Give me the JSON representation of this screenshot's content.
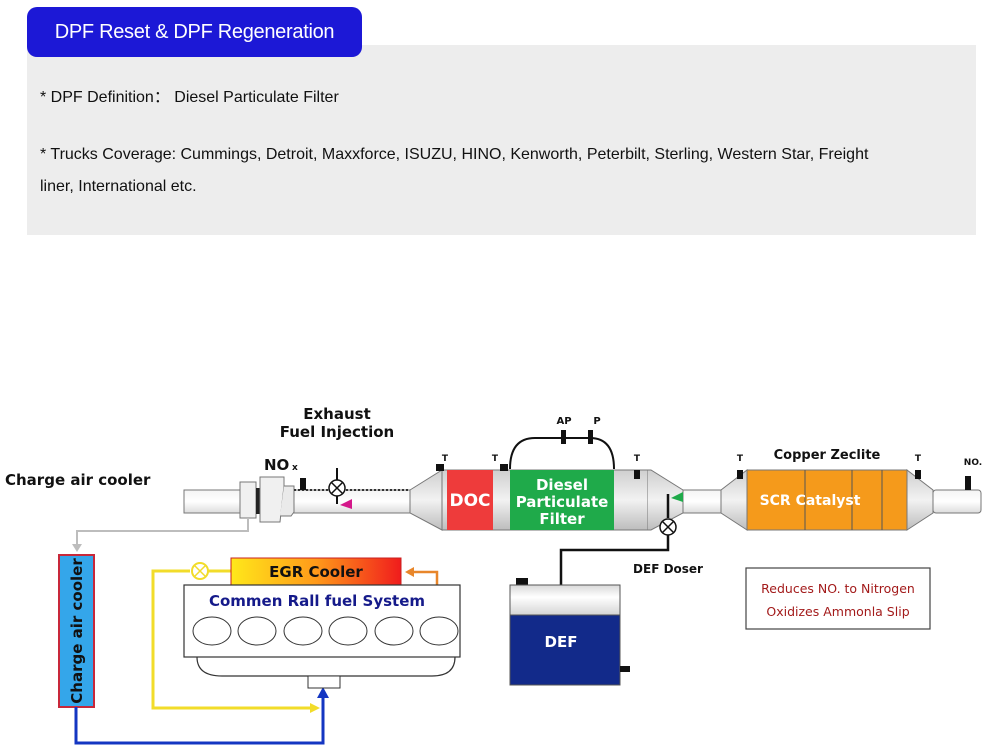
{
  "header": {
    "title": "DPF Reset & DPF Regeneration"
  },
  "info": {
    "definition": "* DPF Definition： Diesel Particulate Filter",
    "coverage_line1": "* Trucks Coverage: Cummings, Detroit, Maxxforce, ISUZU, HINO, Kenworth, Peterbilt, Sterling, Western Star, Freight",
    "coverage_line2": "liner, International etc."
  },
  "diagram": {
    "labels": {
      "charge_air_cooler_top": "Charge air cooler",
      "nox_in": "NO",
      "nox_in_sub": "x",
      "exhaust_fuel_line1": "Exhaust",
      "exhaust_fuel_line2": "Fuel Injection",
      "t1": "T",
      "t2": "T",
      "t3": "T",
      "t4": "T",
      "t5": "T",
      "ap": "AP",
      "p": "P",
      "doc": "DOC",
      "dpf_line1": "Diesel",
      "dpf_line2": "Particulate",
      "dpf_line3": "Filter",
      "copper": "Copper Zeclite",
      "scr": "SCR Catalyst",
      "nox_out": "NO.",
      "def_doser": "DEF Doser",
      "def_tank": "DEF",
      "egr_cooler": "EGR Cooler",
      "fuel_system": "Commen Rall fuel System",
      "charge_air_cooler_vertical": "Charge air cooler",
      "note_line1": "Reduces NO. to Nitrogen",
      "note_line2": "Oxidizes Ammonla Slip"
    },
    "colors": {
      "title_blue": "#1c18d6",
      "doc_red": "#ee3b3b",
      "dpf_green": "#1faa4a",
      "scr_orange": "#f59a1b",
      "def_blue": "#122a8a",
      "cooler_blue": "#34a6ea",
      "fuel_text": "#151a8a",
      "note_red": "#a31b1b",
      "yellow_line": "#f2dc2a",
      "blue_line": "#1436c2",
      "orange_line": "#e8862a",
      "injector_magenta": "#d4188a"
    }
  }
}
